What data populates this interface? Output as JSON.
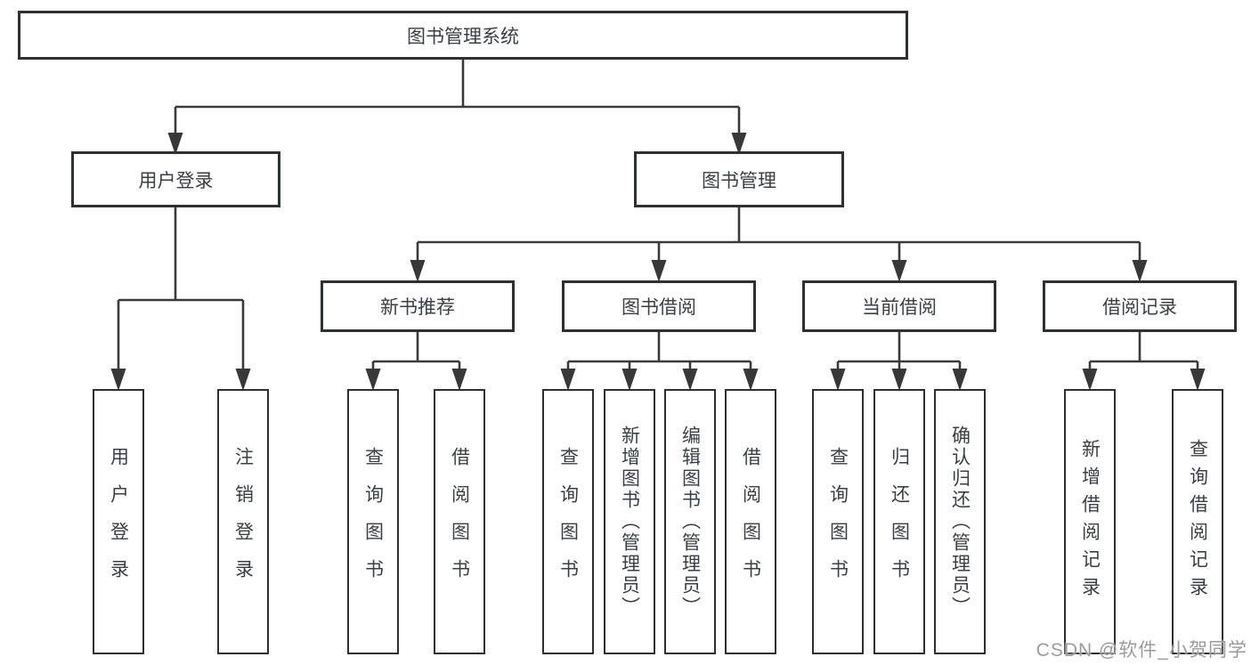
{
  "diagram": {
    "title": "图书管理系统",
    "root": {
      "label": "图书管理系统"
    },
    "level1": [
      {
        "label": "用户登录"
      },
      {
        "label": "图书管理"
      }
    ],
    "level2": [
      {
        "label": "新书推荐"
      },
      {
        "label": "图书借阅"
      },
      {
        "label": "当前借阅"
      },
      {
        "label": "借阅记录"
      }
    ],
    "leaves": {
      "user_login": [
        "用户登录",
        "注销登录"
      ],
      "new_book": [
        "查询图书",
        "借阅图书"
      ],
      "book_borrow": [
        "查询图书",
        "新增图书（管理员）",
        "编辑图书（管理员）",
        "借阅图书"
      ],
      "current_borrow": [
        "查询图书",
        "归还图书",
        "确认归还（管理员）"
      ],
      "borrow_record": [
        "新增借阅记录",
        "查询借阅记录"
      ]
    }
  },
  "watermark": {
    "text": "CSDN @软件_小贺同学"
  },
  "colors": {
    "line": "#3a3a3a",
    "arrow": "#383838",
    "box_border": "#2e3033",
    "box_fill": "#ffffff",
    "text": "#3a3f45",
    "watermark_text": "#9b9b9b",
    "background": "#ffffff"
  }
}
